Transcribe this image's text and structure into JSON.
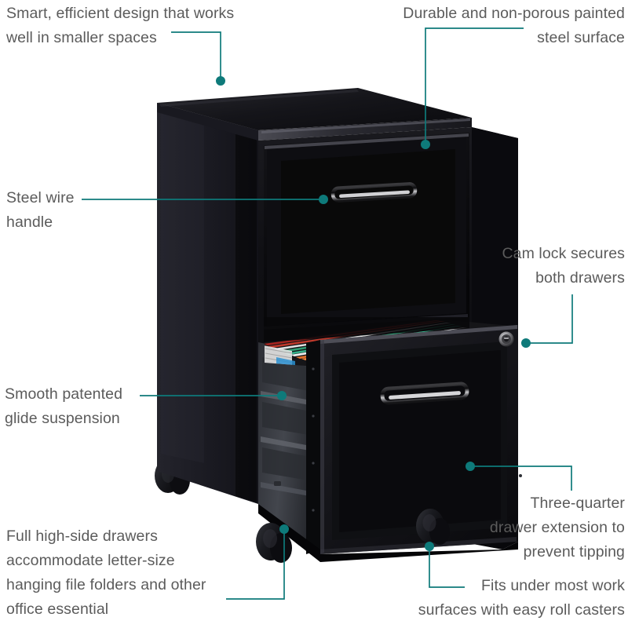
{
  "theme": {
    "accent": "#0e7a7a",
    "text": "#5b5b5b",
    "background": "#ffffff",
    "cabinet_black": "#0d0d10",
    "cabinet_face": "#141418",
    "cabinet_side": "#1b1b22",
    "drawer_interior": "#3a3d42"
  },
  "product": {
    "name": "2-drawer mobile vertical file cabinet",
    "color": "Black",
    "parts": [
      "top-surface",
      "upper-drawer-front",
      "lower-drawer-open",
      "steel-wire-handle",
      "cam-lock",
      "hanging-file-folders",
      "roll-casters"
    ],
    "folder_colors": [
      "#b22222",
      "#2fa37a",
      "#e06a2a",
      "#f2f2f2",
      "#2a8fd0",
      "#8e2f2f"
    ]
  },
  "callouts": [
    {
      "id": "smart-design",
      "text": "Smart, efficient design that works\nwell in smaller spaces",
      "align": "left"
    },
    {
      "id": "painted-steel",
      "text": "Durable and non-porous painted\nsteel surface",
      "align": "right"
    },
    {
      "id": "steel-wire-handle",
      "text": "Steel wire\nhandle",
      "align": "left"
    },
    {
      "id": "cam-lock",
      "text": "Cam lock secures\nboth drawers",
      "align": "right"
    },
    {
      "id": "glide-suspension",
      "text": "Smooth patented\nglide suspension",
      "align": "left"
    },
    {
      "id": "three-quarter-extension",
      "text": "Three-quarter\ndrawer extension to\nprevent tipping",
      "align": "right"
    },
    {
      "id": "high-side-drawers",
      "text": "Full high-side drawers\naccommodate letter-size\nhanging file folders and other\noffice essential",
      "align": "left"
    },
    {
      "id": "roll-casters",
      "text": "Fits under most work\nsurfaces with easy roll casters",
      "align": "right"
    }
  ]
}
